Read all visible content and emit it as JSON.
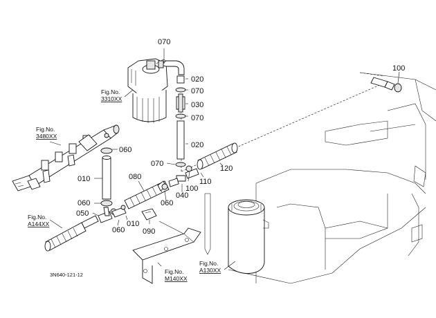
{
  "callouts": {
    "c070_top": "070",
    "c020_a": "020",
    "c070_b": "070",
    "c030": "030",
    "c070_c": "070",
    "c020_b": "020",
    "c070_left": "070",
    "c100_a": "100",
    "c110": "110",
    "c120": "120",
    "c100_right": "100",
    "c060_a": "060",
    "c010_a": "010",
    "c080": "080",
    "c060_b": "060",
    "c050": "050",
    "c040": "040",
    "c060_c": "060",
    "c060_d": "060",
    "c010_b": "010",
    "c090": "090"
  },
  "fig_refs": {
    "filter": {
      "line1": "Fig.No.",
      "line2": "3310XX"
    },
    "rail": {
      "line1": "Fig.No.",
      "line2": "3480XX"
    },
    "inlet": {
      "line1": "Fig.No.",
      "line2": "A144XX"
    },
    "bracket": {
      "line1": "Fig.No.",
      "line2": "M140XX"
    },
    "tank": {
      "line1": "Fig.No.",
      "line2": "A130XX"
    }
  },
  "drawing_code": "3N640-121-12"
}
